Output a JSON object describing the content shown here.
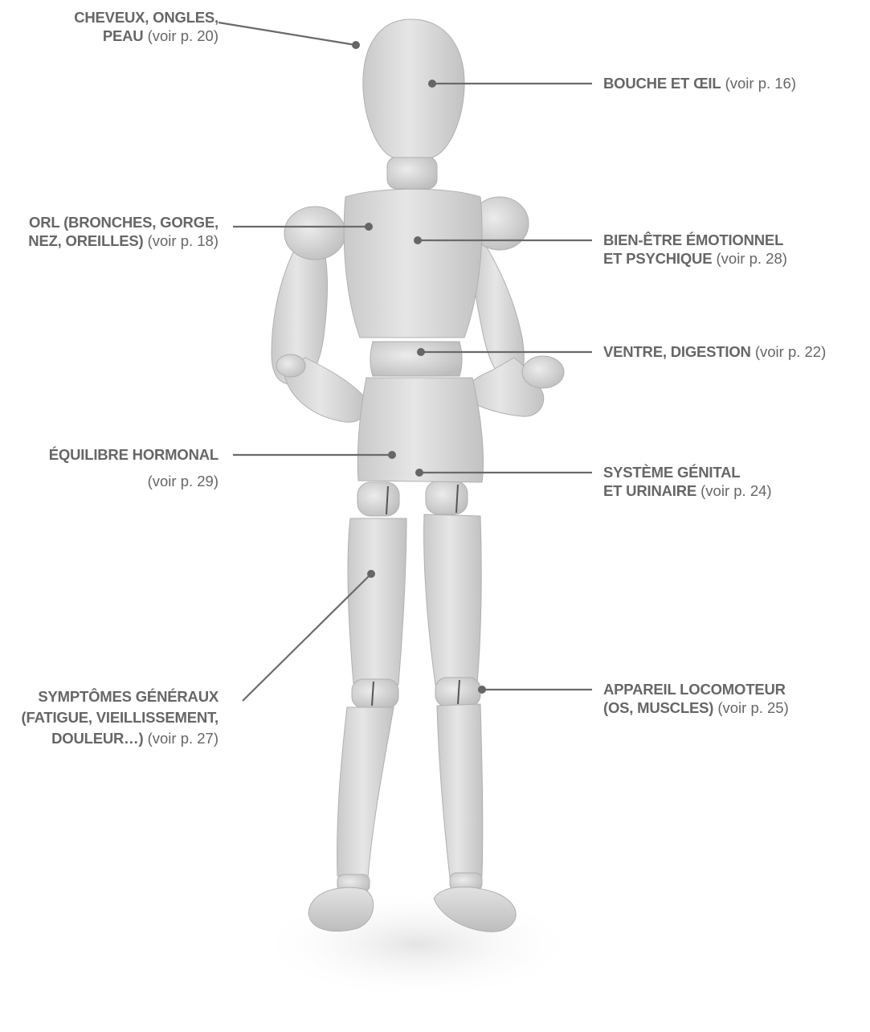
{
  "labels": {
    "hair": {
      "bold_1": "CHEVEUX, ONGLES,",
      "bold_2": "PEAU",
      "ref": "(voir p. 20)"
    },
    "mouth_eye": {
      "bold": "BOUCHE ET ŒIL",
      "ref": "(voir p. 16)"
    },
    "orl": {
      "bold_1": "ORL (BRONCHES, GORGE,",
      "bold_2": "NEZ, OREILLES)",
      "ref": "(voir p. 18)"
    },
    "wellbeing": {
      "bold_1": "BIEN-ÊTRE ÉMOTIONNEL",
      "bold_2": "ET PSYCHIQUE",
      "ref": "(voir p. 28)"
    },
    "digestion": {
      "bold": "VENTRE, DIGESTION",
      "ref": "(voir p. 22)"
    },
    "hormonal": {
      "bold": "ÉQUILIBRE HORMONAL",
      "ref": "(voir p. 29)"
    },
    "genital": {
      "bold_1": "SYSTÈME GÉNITAL",
      "bold_2": "ET URINAIRE",
      "ref": "(voir p. 24)"
    },
    "general": {
      "bold_1": "SYMPTÔMES GÉNÉRAUX",
      "bold_2": "(FATIGUE,  VIEILLISSEMENT,",
      "bold_3": "DOULEUR…)",
      "ref": "(voir p. 27)"
    },
    "locomotor": {
      "bold_1": "APPAREIL LOCOMOTEUR",
      "bold_2": "(OS, MUSCLES)",
      "ref": "(voir p. 25)"
    }
  },
  "colors": {
    "text": "#666666",
    "leader_line": "#6a6a6a",
    "mannequin_wood": "#d4d4d4",
    "background": "#ffffff"
  }
}
